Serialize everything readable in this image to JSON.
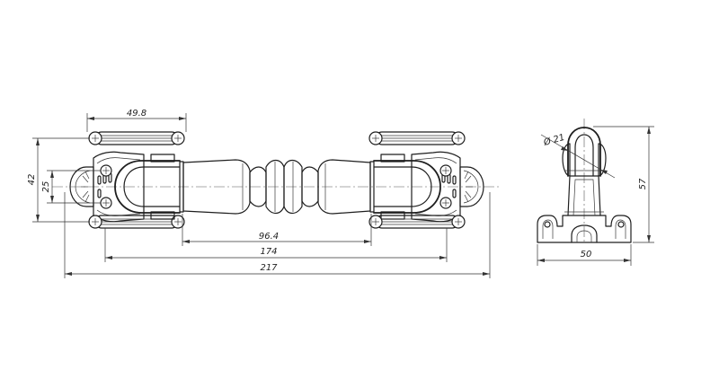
{
  "drawing": {
    "front_view": {
      "dimensions": {
        "overall_length": "217",
        "base_span": "174",
        "center_to_center": "96.4",
        "rosette_width": "49.8",
        "rosette_height": "42",
        "bolt_spacing": "25"
      }
    },
    "side_view": {
      "dimensions": {
        "grip_diameter": "Ø 21",
        "height": "57",
        "base_width": "50"
      }
    }
  }
}
